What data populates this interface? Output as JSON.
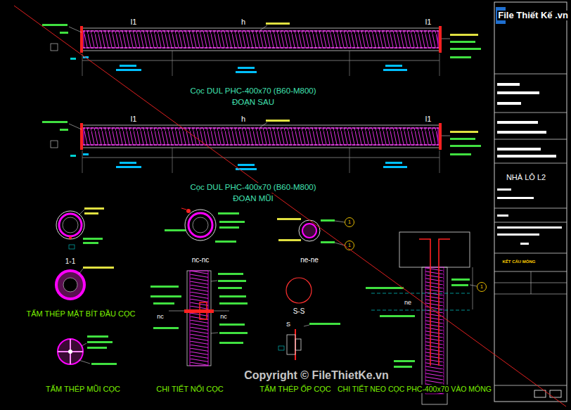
{
  "diagram": {
    "labels": [
      "File Thiết Kế .vn",
      "l1",
      "h",
      "l1",
      "Cọc DUL PHC-400x70 (B60-M800)",
      "ĐOẠN SAU",
      "l1",
      "h",
      "l1",
      "Cọc DUL PHC-400x70 (B60-M800)",
      "ĐOẠN MŨI",
      "NHÀ LÔ L2",
      "KẾT CẤU MÓNG",
      "1-1",
      "nc-nc",
      "ne-ne",
      "TẤM THÉP MẶT BÍT ĐẦU CỌC",
      "S-S",
      "nc",
      "nc",
      "S",
      "ne",
      "1",
      "1",
      "1",
      "Copyright © FileThietKe.vn",
      "TẤM THÉP MŨI CỌC",
      "CHI TIẾT NỐI CỌC",
      "TẤM THÉP ỐP CỌC",
      "CHI TIẾT NEO CỌC PHC-400x70 VÀO MÓNG"
    ]
  }
}
